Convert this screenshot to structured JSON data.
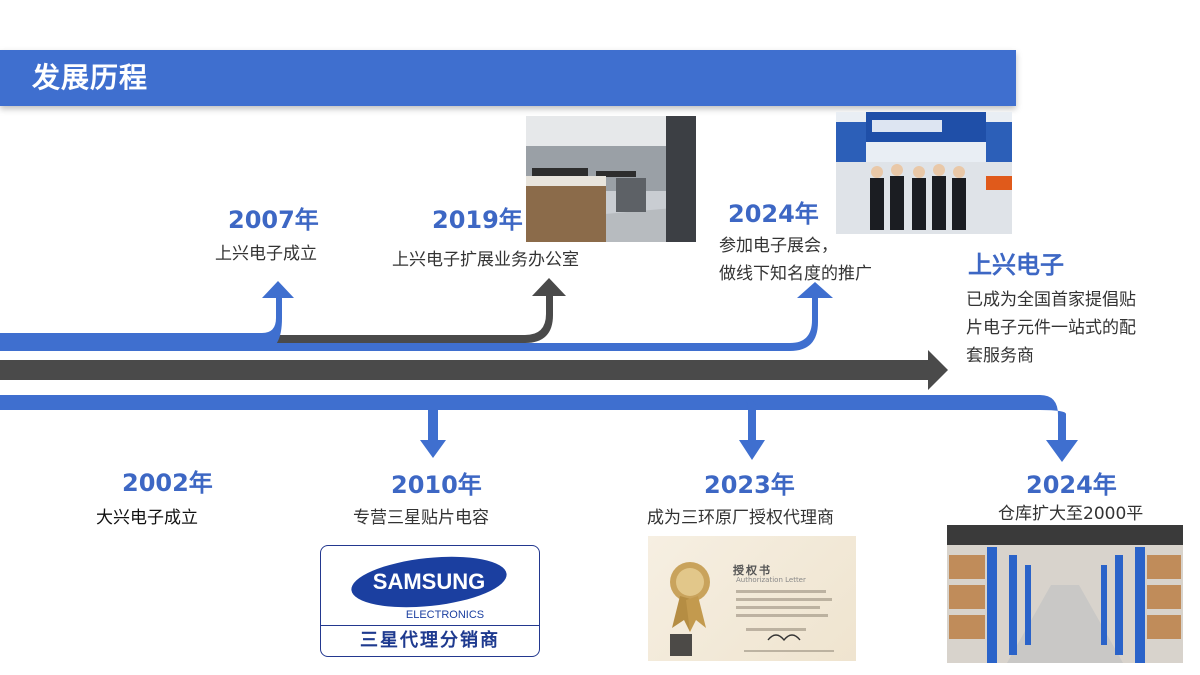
{
  "header": {
    "title": "发展历程"
  },
  "upper_events": [
    {
      "year": "2007年",
      "desc": [
        "上兴电子成立"
      ]
    },
    {
      "year": "2019年",
      "desc": [
        "上兴电子扩展业务办公室"
      ]
    },
    {
      "year": "2024年",
      "desc": [
        "参加电子展会，",
        "做线下知名度的推广"
      ]
    }
  ],
  "company": {
    "name": "上兴电子",
    "desc": [
      "已成为全国首家提倡贴",
      "片电子元件一站式的配",
      "套服务商"
    ]
  },
  "lower_events": [
    {
      "year": "2002年",
      "desc": "大兴电子成立"
    },
    {
      "year": "2010年",
      "desc": "专营三星贴片电容"
    },
    {
      "year": "2023年",
      "desc": "成为三环原厂授权代理商"
    },
    {
      "year": "2024年",
      "desc": "仓库扩大至2000平"
    }
  ],
  "samsung_card": {
    "brand": "SAMSUNG",
    "sub": "ELECTRONICS",
    "bottom": "三星代理分销商"
  },
  "certificate": {
    "title": "授权书",
    "subtitle": "Authorization Letter"
  },
  "colors": {
    "blue": "#3f6fcf",
    "dark_arrow": "#4a4a4a",
    "text_blue": "#3d67c4"
  }
}
